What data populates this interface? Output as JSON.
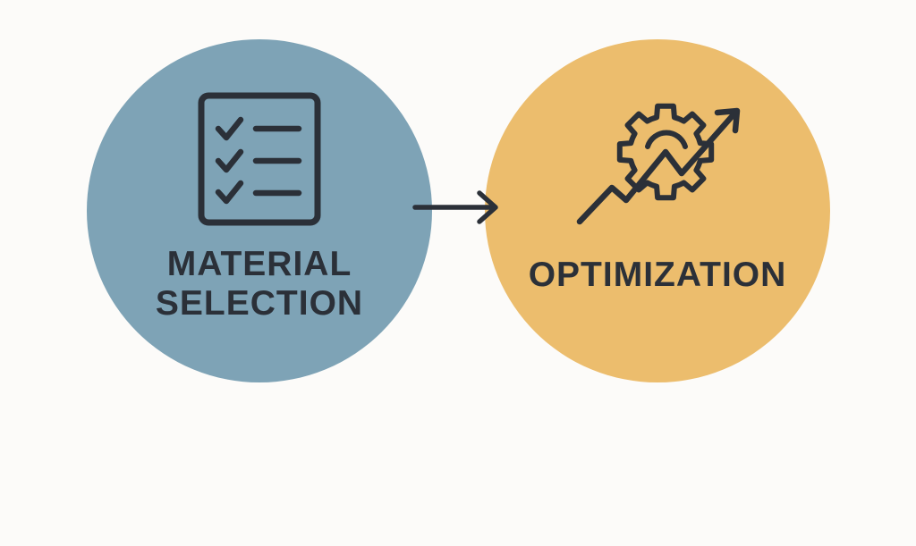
{
  "colors": {
    "background": "#fcfbf9",
    "material_circle": "#7ea3b6",
    "optimization_circle": "#ecbd6d",
    "ink": "#2b3038"
  },
  "steps": [
    {
      "id": "material-selection",
      "label_lines": [
        "MATERIAL",
        "SELECTION"
      ],
      "icon": "checklist-icon"
    },
    {
      "id": "optimization",
      "label_lines": [
        "OPTIMIZATION"
      ],
      "icon": "gear-trend-icon"
    }
  ],
  "connector": {
    "icon": "arrow-right-icon"
  }
}
